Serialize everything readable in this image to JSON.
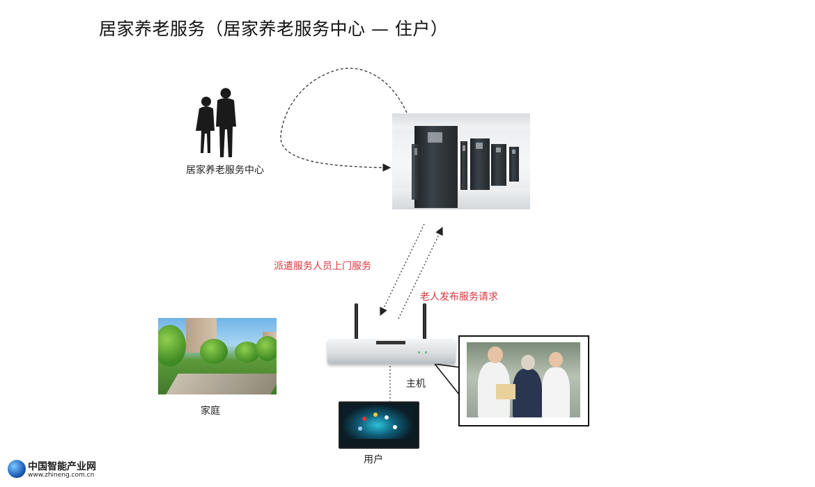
{
  "title": "居家养老服务（居家养老服务中心 — 住户）",
  "nodes": {
    "service_center": "居家养老服务中心",
    "home": "家庭",
    "host": "主机",
    "user": "用户"
  },
  "arrows": {
    "dispatch": "派遣服务人员上门服务",
    "request": "老人发布服务请求"
  },
  "icons": {
    "elderly_couple": "elderly-couple-silhouette-icon",
    "server_room": "server-room-image",
    "router": "wireless-router-image",
    "tablet": "tablet-control-panel-image"
  },
  "colors": {
    "arrow_label": "#d9363e",
    "arrow_line": "#333333"
  },
  "footer": {
    "logo_name": "中国智能产业网",
    "logo_url": "www.zhineng.com.cn"
  }
}
